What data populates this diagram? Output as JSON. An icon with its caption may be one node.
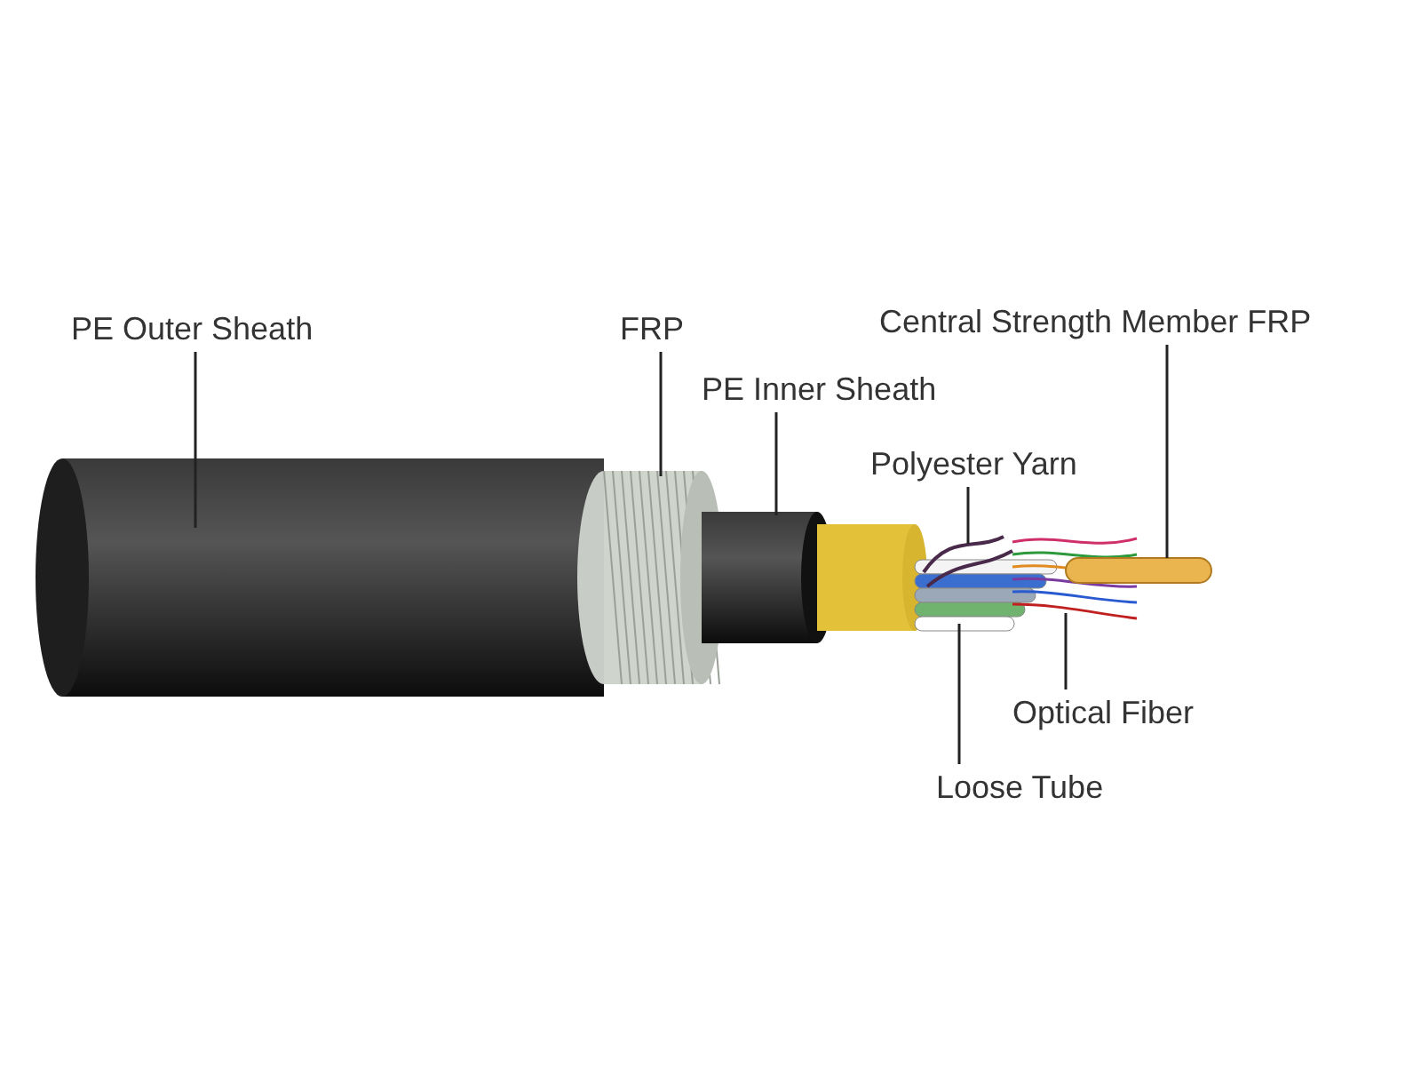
{
  "diagram": {
    "nodes": [
      {
        "text": [
          "PE Outer Sheath"
        ]
      },
      {
        "text": [
          "FRP"
        ]
      },
      {
        "text": [
          "Central Strength Member FRP"
        ]
      },
      {
        "text": [
          "PE Inner Sheath"
        ]
      },
      {
        "text": [
          "Polyester Yarn"
        ]
      },
      {
        "text": [
          "Optical Fiber"
        ]
      },
      {
        "text": [
          "Loose Tube"
        ]
      },
      {
        "text": [],
        "shape": "picture"
      },
      {
        "text": [],
        "shape": "picture"
      },
      {
        "text": [],
        "shape": "picture"
      },
      {
        "text": [],
        "shape": "picture"
      },
      {
        "text": [],
        "shape": "bar"
      },
      {
        "text": [],
        "shape": "picture"
      },
      {
        "text": [],
        "shape": "picture"
      }
    ],
    "edges": [
      {
        "from": 0,
        "to": 7,
        "arrow": "none"
      },
      {
        "from": 1,
        "to": 8,
        "arrow": "none"
      },
      {
        "from": 2,
        "to": 11,
        "arrow": "none"
      },
      {
        "from": 3,
        "to": 9,
        "arrow": "none"
      },
      {
        "from": 4,
        "to": 10,
        "arrow": "none"
      },
      {
        "from": 5,
        "to": 12,
        "arrow": "none"
      },
      {
        "from": 6,
        "to": 13,
        "arrow": "none"
      }
    ]
  }
}
